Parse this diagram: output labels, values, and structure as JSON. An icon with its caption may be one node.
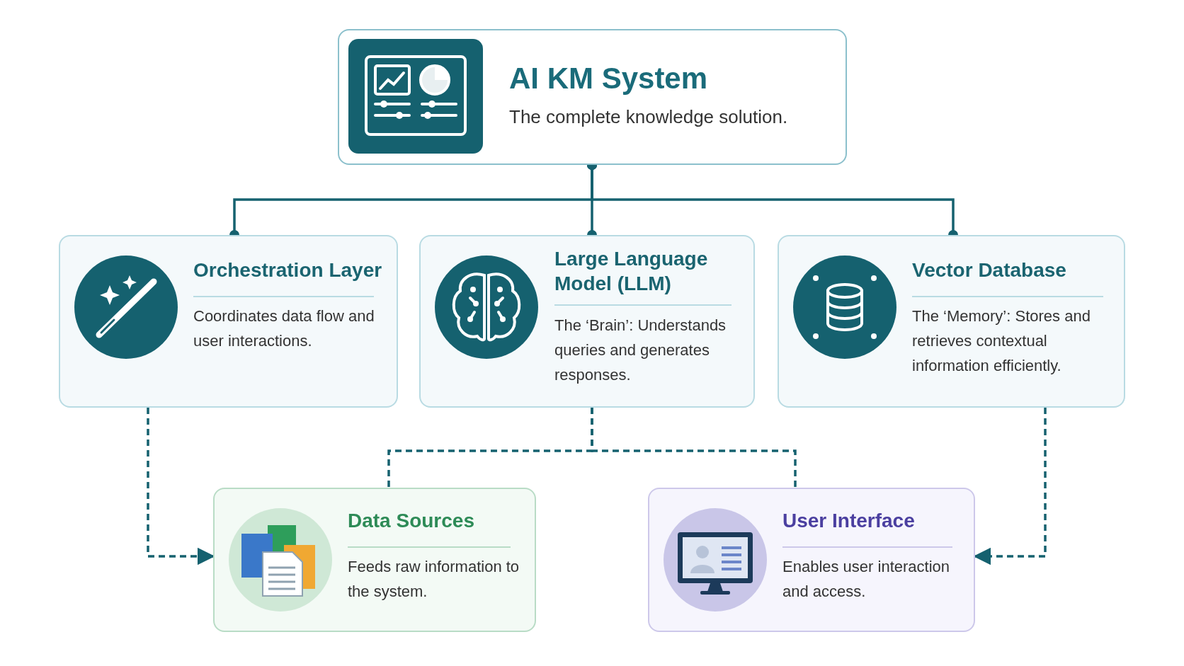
{
  "diagram": {
    "nodes": [
      {
        "text": [
          "AI KM System",
          "The complete knowledge solution."
        ]
      },
      {
        "text": [
          "Orchestration Layer",
          "Coordinates data flow and user interactions."
        ]
      },
      {
        "text": [
          "Large Language Model (LLM)",
          "The ‘Brain’: Understands queries and generates responses."
        ]
      },
      {
        "text": [
          "Vector Database",
          "The ‘Memory’: Stores and retrieves contextual information efficiently."
        ]
      },
      {
        "text": [
          "Data Sources",
          "Feeds raw information to the system."
        ]
      },
      {
        "text": [
          "User Interface",
          "Enables user interaction and access."
        ]
      }
    ],
    "edges": [
      {
        "from": 0,
        "to": 1,
        "arrow": "other"
      },
      {
        "from": 0,
        "to": 2,
        "arrow": "other"
      },
      {
        "from": 0,
        "to": 3,
        "arrow": "other"
      },
      {
        "from": 1,
        "to": 4,
        "arrow": "to",
        "style": "dashed"
      },
      {
        "from": 2,
        "to": 4,
        "arrow": "none",
        "style": "dashed"
      },
      {
        "from": 2,
        "to": 5,
        "arrow": "none",
        "style": "dashed"
      },
      {
        "from": 3,
        "to": 5,
        "arrow": "to",
        "style": "dashed"
      }
    ]
  }
}
